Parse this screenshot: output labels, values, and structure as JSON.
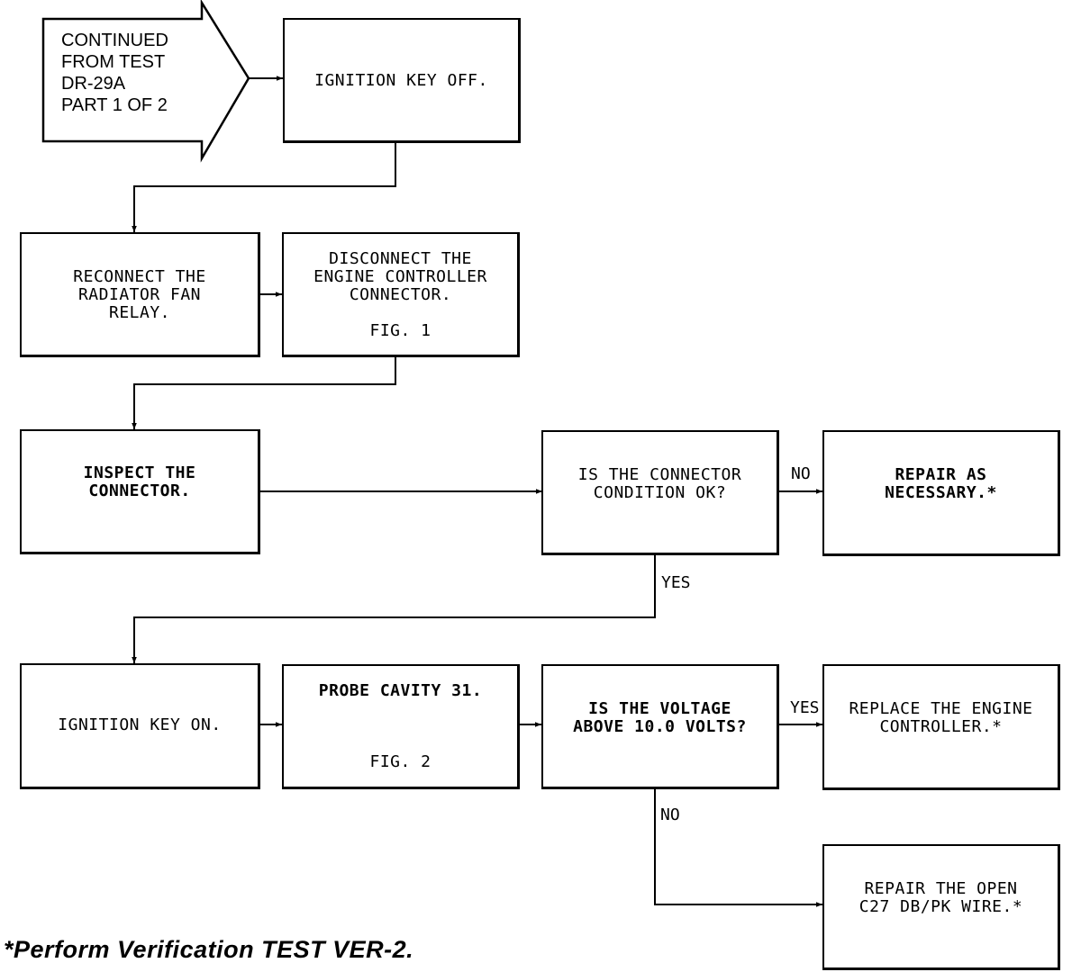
{
  "continuation": {
    "text": "CONTINUED\nFROM TEST\nDR-29A\nPART 1 OF 2"
  },
  "steps": {
    "ignition_off": "IGNITION KEY OFF.",
    "reconnect_relay": "RECONNECT THE\nRADIATOR FAN\nRELAY.",
    "disconnect_connector": "DISCONNECT THE\nENGINE CONTROLLER\nCONNECTOR.",
    "disconnect_fig": "FIG. 1",
    "inspect_connector": "INSPECT THE\nCONNECTOR.",
    "connector_ok_question": "IS THE CONNECTOR\nCONDITION OK?",
    "repair_as_necessary": "REPAIR AS\nNECESSARY.*",
    "ignition_on": "IGNITION KEY ON.",
    "probe_cavity": "PROBE CAVITY 31.",
    "probe_fig": "FIG. 2",
    "voltage_question": "IS THE VOLTAGE\nABOVE 10.0 VOLTS?",
    "replace_controller": "REPLACE THE ENGINE\nCONTROLLER.*",
    "repair_open_wire": "REPAIR THE OPEN\nC27 DB/PK WIRE.*"
  },
  "labels": {
    "connector_no": "NO",
    "connector_yes": "YES",
    "voltage_yes": "YES",
    "voltage_no": "NO"
  },
  "footnote": "*Perform Verification TEST VER-2."
}
